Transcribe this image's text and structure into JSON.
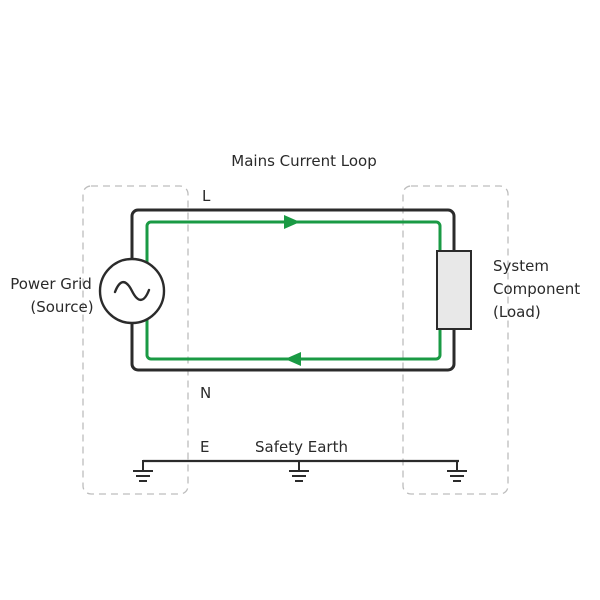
{
  "title": "Mains Current Loop",
  "source": {
    "line1": "Power Grid",
    "line2": "(Source)",
    "icon": "ac-source-icon"
  },
  "load": {
    "line1": "System",
    "line2": "Component",
    "line3": "(Load)"
  },
  "conductors": {
    "live": "L",
    "neutral": "N",
    "earth": "E"
  },
  "earth_label": "Safety Earth",
  "colors": {
    "wire": "#2b2b2b",
    "current_loop": "#1a9a44",
    "zone_border": "#bdbdbd",
    "load_fill": "#e8e8e8"
  }
}
